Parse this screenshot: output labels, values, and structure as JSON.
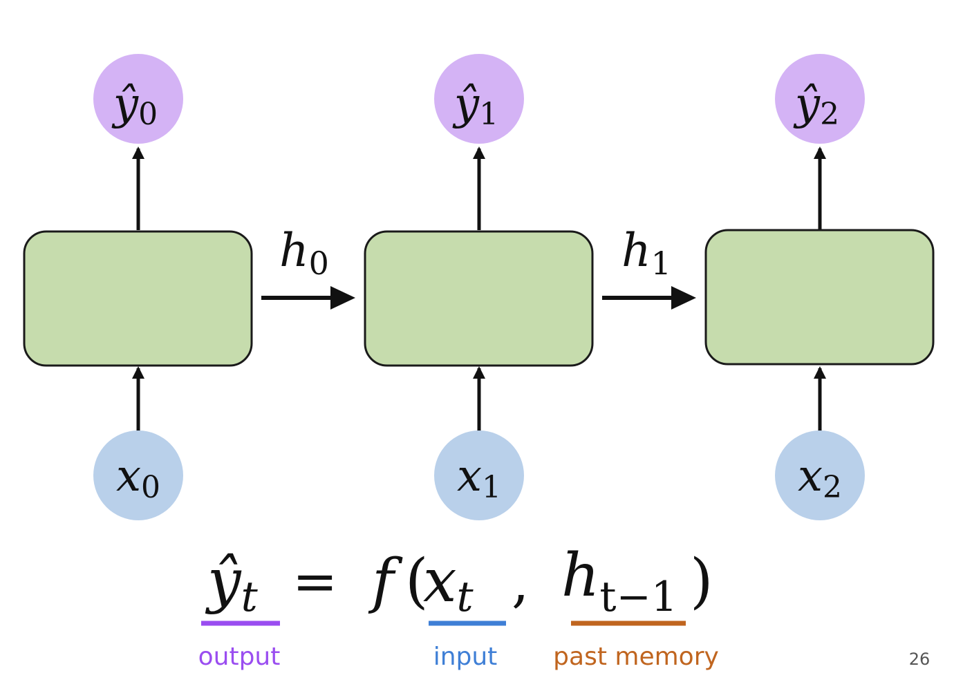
{
  "colors": {
    "cell_fill": "#c6dcad",
    "output_fill": "#d4b3f5",
    "input_fill": "#b9d0ea",
    "output_accent": "#9a4df0",
    "input_accent": "#3f7fd6",
    "memory_accent": "#c0651f"
  },
  "outputs": [
    {
      "var": "ŷ",
      "sub": "0"
    },
    {
      "var": "ŷ",
      "sub": "1"
    },
    {
      "var": "ŷ",
      "sub": "2"
    }
  ],
  "inputs": [
    {
      "var": "x",
      "sub": "0"
    },
    {
      "var": "x",
      "sub": "1"
    },
    {
      "var": "x",
      "sub": "2"
    }
  ],
  "hidden": [
    {
      "var": "h",
      "sub": "0"
    },
    {
      "var": "h",
      "sub": "1"
    }
  ],
  "equation": {
    "lhs_var": "ŷ",
    "lhs_sub": "t",
    "equals": "=",
    "func": "f",
    "open_paren": "(",
    "arg1_var": "x",
    "arg1_sub": "t",
    "comma": ",",
    "arg2_var": "h",
    "arg2_sub": "t−1",
    "close_paren": ")"
  },
  "labels": {
    "output": "output",
    "input": "input",
    "memory": "past memory"
  },
  "page_number": "26"
}
